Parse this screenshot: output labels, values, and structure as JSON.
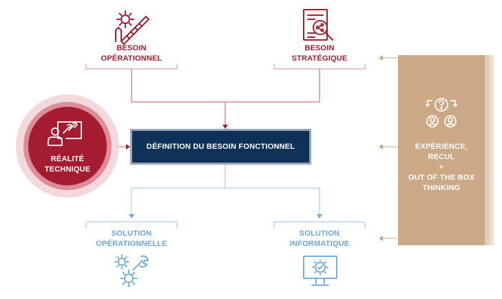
{
  "colors": {
    "red": "#a51c30",
    "navy": "#0f3157",
    "blue": "#6aa5d9",
    "tan": "#cba886"
  },
  "nodes": {
    "besoin_operationnel": {
      "line1": "BESOIN",
      "line2": "OPÉRATIONNEL",
      "icon": "gear-ruler-pencil-icon"
    },
    "besoin_strategique": {
      "line1": "BESOIN",
      "line2": "STRATÉGIQUE",
      "icon": "document-magnifier-icon"
    },
    "realite_technique": {
      "line1": "RÉALITÉ",
      "line2": "TECHNIQUE",
      "icon": "person-wrench-icon"
    },
    "definition": {
      "label": "DÉFINITION DU BESOIN FONCTIONNEL"
    },
    "solution_operationnelle": {
      "line1": "SOLUTION",
      "line2": "OPÉRATIONNELLE",
      "icon": "gears-wrench-icon"
    },
    "solution_informatique": {
      "line1": "SOLUTION",
      "line2": "INFORMATIQUE",
      "icon": "monitor-check-icon"
    },
    "experience": {
      "line1": "EXPÉRIENCE,",
      "line2": "RECUL",
      "line3": "+",
      "line4": "OUT OF THE BOX",
      "line5": "THINKING",
      "icon": "people-question-icon"
    }
  }
}
